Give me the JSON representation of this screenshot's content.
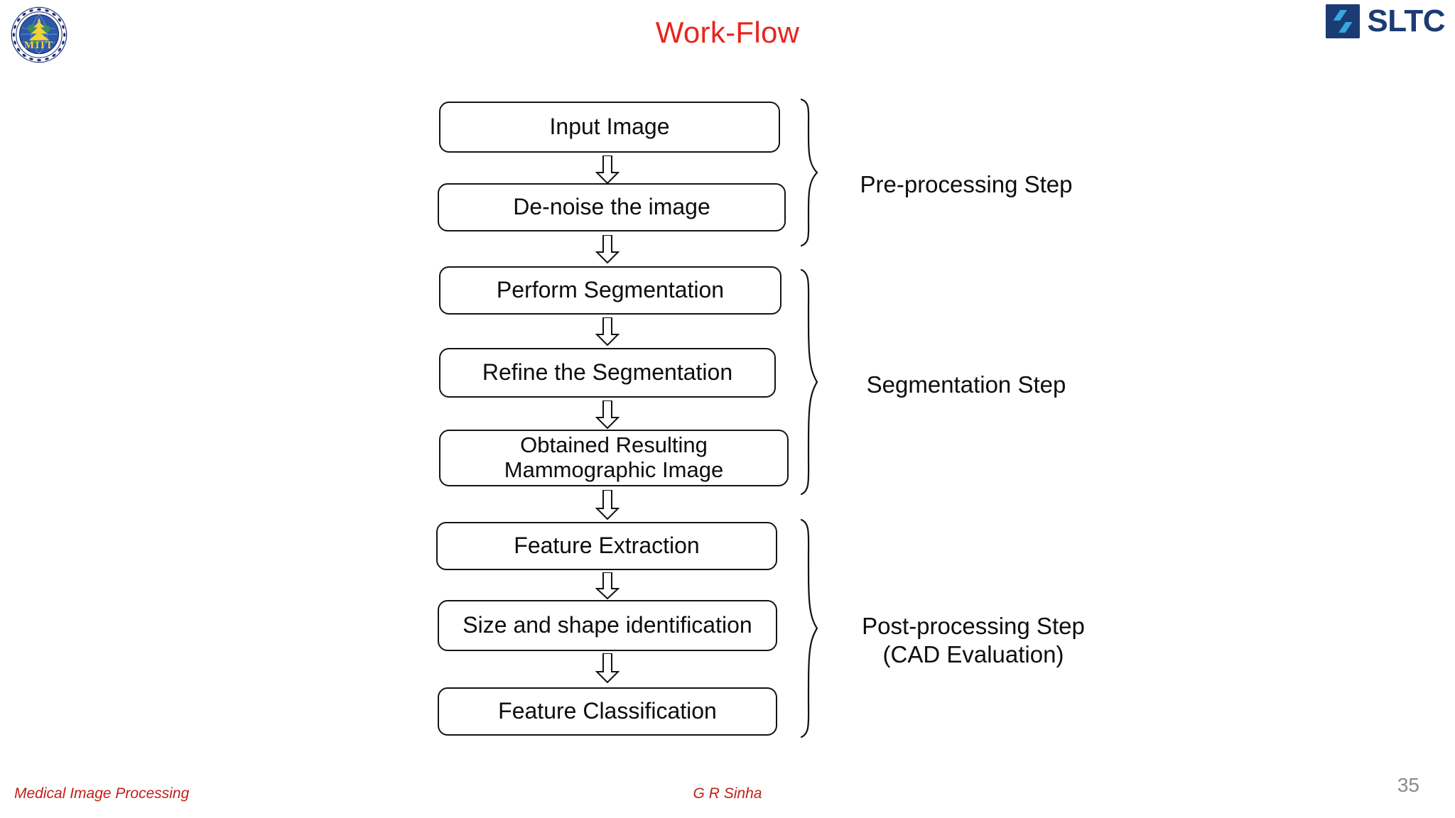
{
  "slide": {
    "title": "Work-Flow",
    "title_color": "#e8241c",
    "page_number": "35"
  },
  "logos": {
    "left": {
      "name": "miit-logo",
      "acronym": "MIIT"
    },
    "right": {
      "name": "sltc-logo",
      "wordmark": "SLTC",
      "mark_color": "#1b3b73",
      "accent_color": "#35a8dd"
    }
  },
  "flowchart": {
    "nodes": [
      {
        "id": "input-image",
        "label": "Input Image"
      },
      {
        "id": "de-noise-the-image",
        "label": "De-noise the image"
      },
      {
        "id": "perform-segmentation",
        "label": "Perform Segmentation"
      },
      {
        "id": "refine-the-segmentation",
        "label": "Refine the Segmentation"
      },
      {
        "id": "obtained-resulting-mammographic-image",
        "label": "Obtained Resulting\nMammographic Image"
      },
      {
        "id": "feature-extraction",
        "label": "Feature Extraction"
      },
      {
        "id": "size-and-shape-identification",
        "label": "Size and shape identification"
      },
      {
        "id": "feature-classification",
        "label": "Feature Classification"
      }
    ],
    "arrows": [
      {
        "from": "input-image",
        "to": "de-noise-the-image",
        "glyph": "down-block-arrow"
      },
      {
        "from": "de-noise-the-image",
        "to": "perform-segmentation",
        "glyph": "down-block-arrow"
      },
      {
        "from": "perform-segmentation",
        "to": "refine-the-segmentation",
        "glyph": "down-block-arrow"
      },
      {
        "from": "refine-the-segmentation",
        "to": "obtained-resulting-mammographic-image",
        "glyph": "down-block-arrow"
      },
      {
        "from": "obtained-resulting-mammographic-image",
        "to": "feature-extraction",
        "glyph": "down-block-arrow"
      },
      {
        "from": "feature-extraction",
        "to": "size-and-shape-identification",
        "glyph": "down-block-arrow"
      },
      {
        "from": "size-and-shape-identification",
        "to": "feature-classification",
        "glyph": "down-block-arrow"
      }
    ],
    "groups": [
      {
        "id": "pre-processing",
        "label": "Pre-processing Step",
        "covers": [
          "input-image",
          "de-noise-the-image"
        ]
      },
      {
        "id": "segmentation",
        "label": "Segmentation Step",
        "covers": [
          "perform-segmentation",
          "refine-the-segmentation",
          "obtained-resulting-mammographic-image"
        ]
      },
      {
        "id": "post-processing",
        "label": "Post-processing Step\n(CAD Evaluation)",
        "covers": [
          "feature-extraction",
          "size-and-shape-identification",
          "feature-classification"
        ]
      }
    ]
  },
  "footer": {
    "left": "Medical Image Processing",
    "center": "G R Sinha",
    "color": "#c0201a"
  }
}
